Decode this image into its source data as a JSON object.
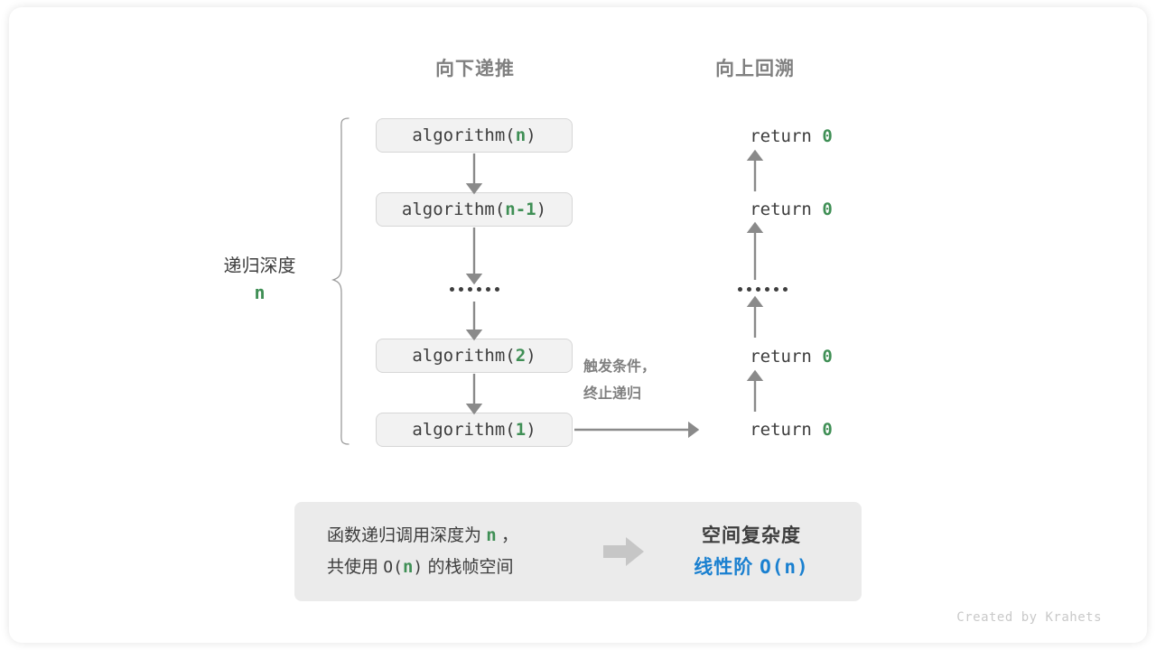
{
  "headers": {
    "down": "向下递推",
    "up": "向上回溯"
  },
  "depth_label": {
    "text": "递归深度",
    "value": "n"
  },
  "call_boxes": [
    {
      "prefix": "algorithm(",
      "arg": "n",
      "suffix": ")"
    },
    {
      "prefix": "algorithm(",
      "arg": "n-1",
      "suffix": ")"
    },
    {
      "prefix": "algorithm(",
      "arg": "2",
      "suffix": ")"
    },
    {
      "prefix": "algorithm(",
      "arg": "1",
      "suffix": ")"
    }
  ],
  "returns": [
    {
      "keyword": "return ",
      "value": "0"
    },
    {
      "keyword": "return ",
      "value": "0"
    },
    {
      "keyword": "return ",
      "value": "0"
    },
    {
      "keyword": "return ",
      "value": "0"
    }
  ],
  "ellipsis": {
    "dot_count": 6
  },
  "note": {
    "line1": "触发条件，",
    "line2": "终止递归"
  },
  "summary": {
    "left_line1_a": "函数递归调用深度为 ",
    "left_line1_n": "n",
    "left_line1_b": " ，",
    "left_line2_a": "共使用 ",
    "left_line2_o": "O(",
    "left_line2_n": "n",
    "left_line2_c": ")",
    "left_line2_b": " 的栈帧空间",
    "arrow_icon": "right-arrow-icon",
    "right_title": "空间复杂度",
    "right_value_text": "线性阶 ",
    "right_value_mono": "O(n)"
  },
  "credit": "Created by Krahets",
  "colors": {
    "green": "#3f8f55",
    "blue": "#1a80d0",
    "gray_text": "#3d3d3d",
    "gray_muted": "#808080",
    "box_fill": "#f2f2f2",
    "box_border": "#d6d6d6",
    "panel_fill": "#ebebeb",
    "arrow": "#8a8a8a",
    "big_arrow": "#c6c6c6",
    "credit": "#c9c9c9"
  }
}
